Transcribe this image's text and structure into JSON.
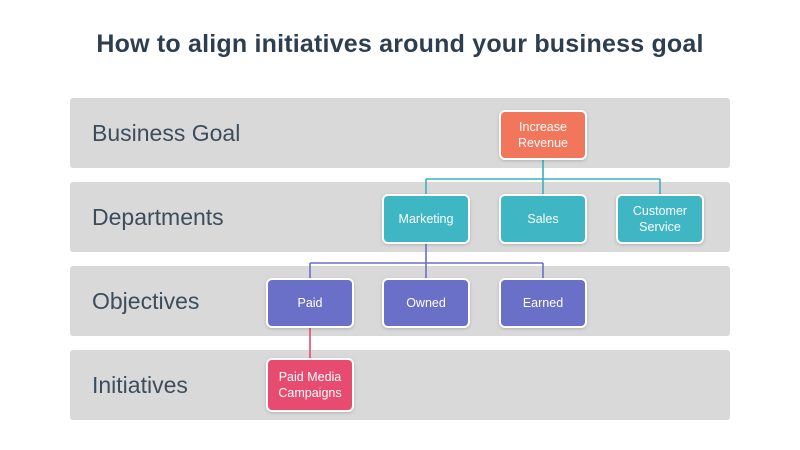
{
  "title": "How to align initiatives around your business goal",
  "colors": {
    "title_text": "#2d3e50",
    "row_bg": "#d9d9d9",
    "row_label_text": "#3d4d5c",
    "goal": "#f2765c",
    "department": "#3eb6c4",
    "objective": "#6a6fc8",
    "initiative": "#e74b6f",
    "line_teal": "#3ab1c0",
    "line_purple": "#6a6fc8",
    "line_pink": "#e74b6f"
  },
  "rows": [
    {
      "label": "Business Goal"
    },
    {
      "label": "Departments"
    },
    {
      "label": "Objectives"
    },
    {
      "label": "Initiatives"
    }
  ],
  "nodes": {
    "increase_revenue": {
      "label": "Increase Revenue"
    },
    "marketing": {
      "label": "Marketing"
    },
    "sales": {
      "label": "Sales"
    },
    "customer_service": {
      "label": "Customer Service"
    },
    "paid": {
      "label": "Paid"
    },
    "owned": {
      "label": "Owned"
    },
    "earned": {
      "label": "Earned"
    },
    "paid_media_campaigns": {
      "label": "Paid Media Campaigns"
    }
  }
}
